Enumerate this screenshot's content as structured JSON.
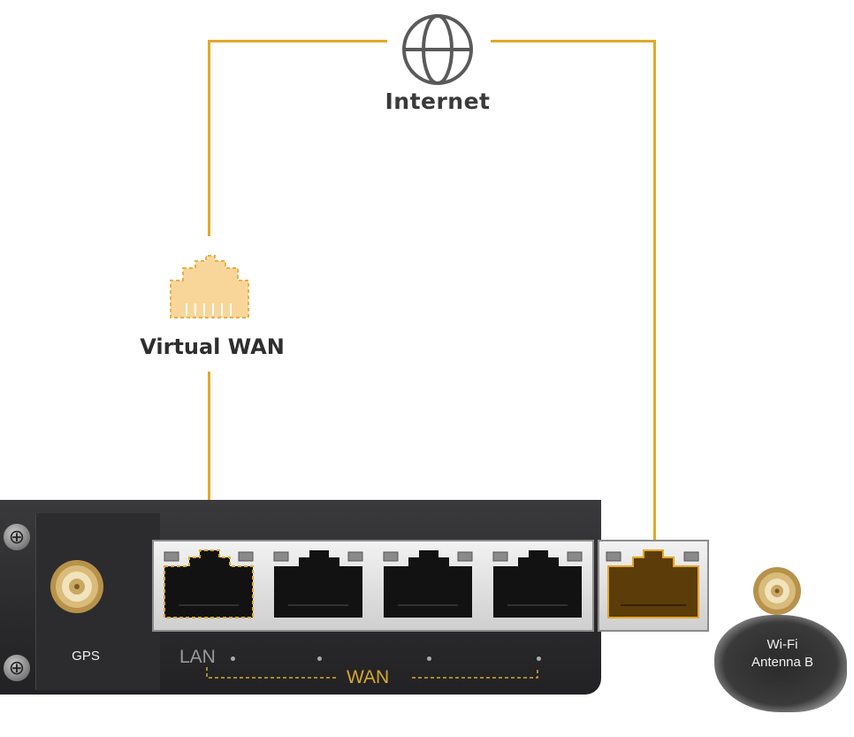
{
  "diagram": {
    "internet_label": "Internet",
    "virtual_wan_label": "Virtual WAN",
    "gps_label": "GPS",
    "lan_label": "LAN",
    "wan_label": "WAN",
    "wifi_label_line1": "Wi-Fi",
    "wifi_label_line2": "Antenna B",
    "link_color": "#e0a928",
    "virtual_port_color": "#f8d69a",
    "wan_port_color": "#b07a10",
    "globe_icon": "globe-icon",
    "ethernet_icon": "ethernet-port-icon"
  }
}
